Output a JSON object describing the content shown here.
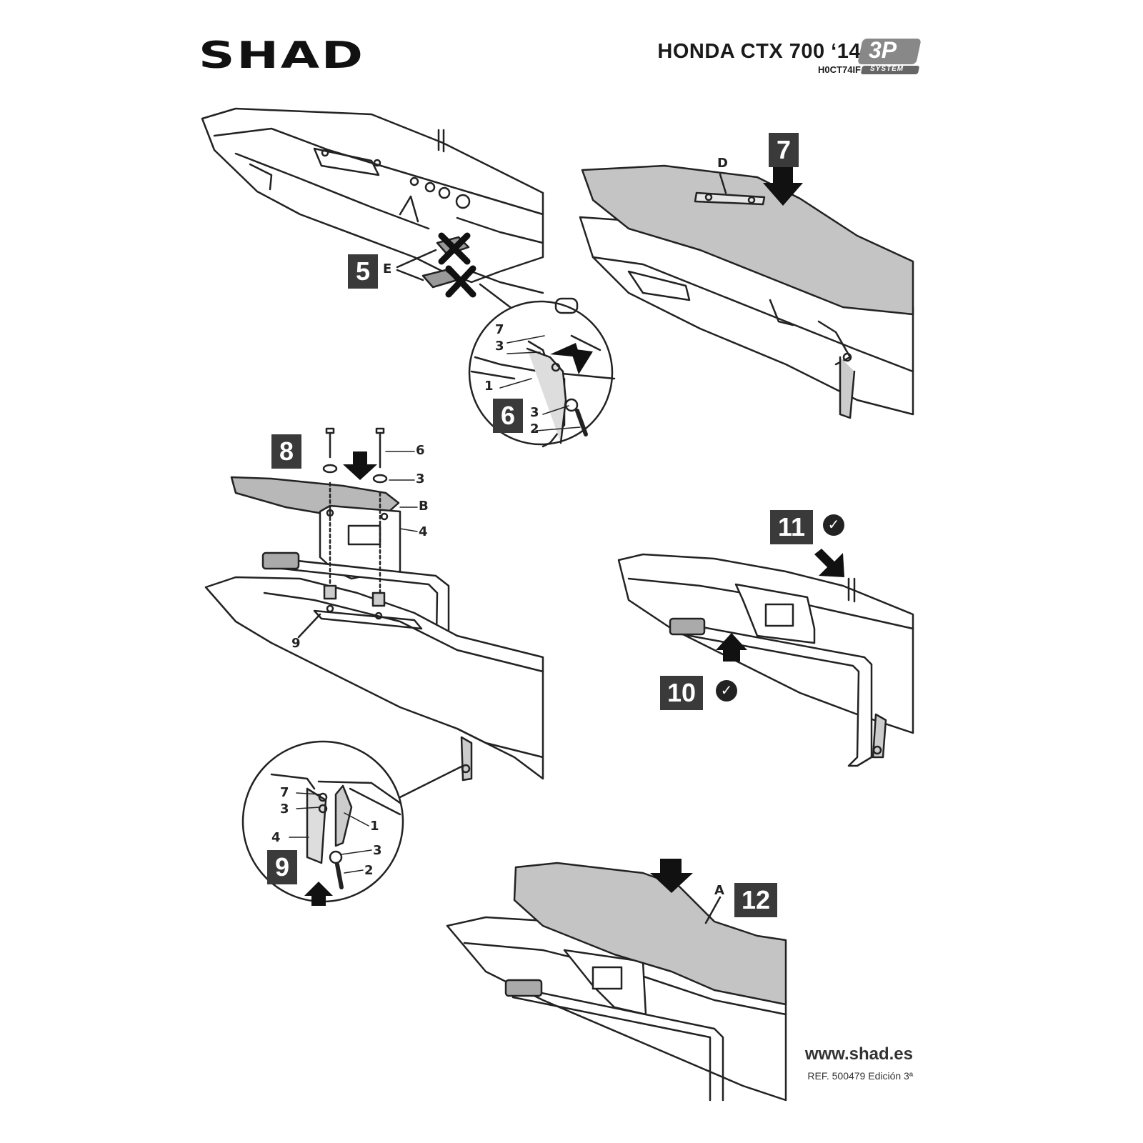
{
  "header": {
    "brand": "SHAD",
    "model": "HONDA CTX 700 ‘14",
    "product_code": "H0CT74IF",
    "badge_main": "3P",
    "badge_sub": "SYSTEM"
  },
  "steps": [
    "5",
    "6",
    "7",
    "8",
    "9",
    "10",
    "11",
    "12"
  ],
  "labels": {
    "step5": [
      "E"
    ],
    "step6": [
      "7",
      "3",
      "1",
      "3",
      "2"
    ],
    "step7": [
      "D"
    ],
    "step8": [
      "6",
      "3",
      "B",
      "4",
      "9"
    ],
    "step9": [
      "7",
      "3",
      "4",
      "1",
      "3",
      "2"
    ],
    "step12": [
      "A"
    ]
  },
  "footer": {
    "website": "www.shad.es",
    "reference": "REF. 500479 Edición 3ª"
  },
  "colors": {
    "step_box": "#3a3a3a",
    "seat_gray": "#c4c4c4",
    "line": "#222222"
  },
  "icons": [
    "cross-icon",
    "arrow-down-icon",
    "arrow-up-icon",
    "check-icon"
  ]
}
